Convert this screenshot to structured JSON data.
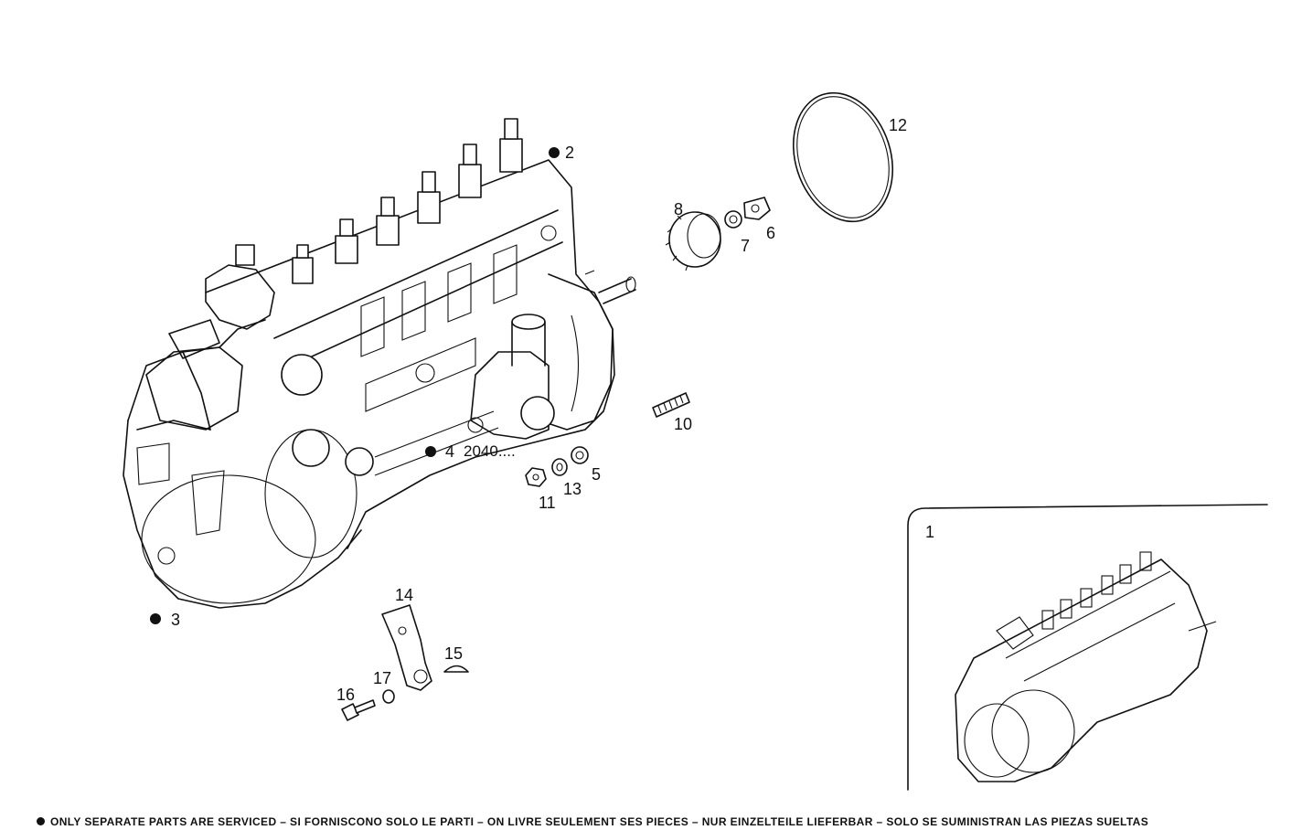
{
  "callouts": {
    "c1": "1",
    "c2": "2",
    "c3": "3",
    "c4": "4",
    "c4_code": "2040....",
    "c5": "5",
    "c6": "6",
    "c7": "7",
    "c8": "8",
    "c10": "10",
    "c11": "11",
    "c12": "12",
    "c13": "13",
    "c14": "14",
    "c15": "15",
    "c16": "16",
    "c17": "17"
  },
  "footer": {
    "text": "ONLY SEPARATE PARTS ARE SERVICED – SI FORNISCONO SOLO LE PARTI – ON LIVRE SEULEMENT SES PIECES – NUR EINZELTEILE LIEFERBAR – SOLO SE SUMINISTRAN LAS PIEZAS SUELTAS"
  }
}
